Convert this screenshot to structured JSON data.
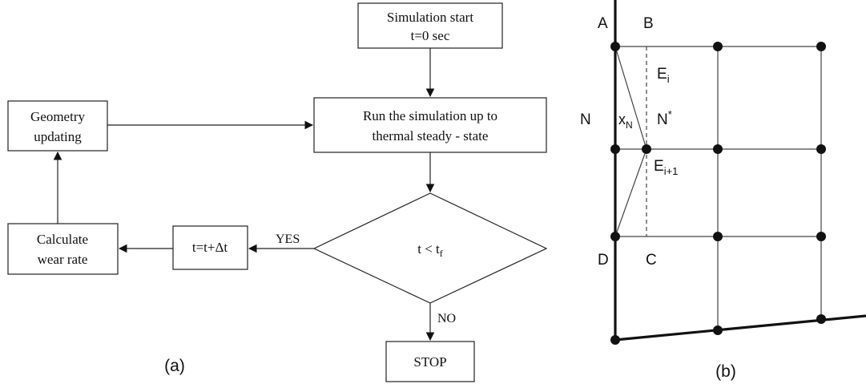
{
  "flowchart": {
    "start_line1": "Simulation start",
    "start_line2": "t=0 sec",
    "run_line1": "Run the simulation up to",
    "run_line2": "thermal steady - state",
    "geometry_line1": "Geometry",
    "geometry_line2": "updating",
    "calc_line1": "Calculate",
    "calc_line2": "wear rate",
    "increment": "t=t+Δt",
    "decision_base": "t < t",
    "decision_sub": "f",
    "yes_label": "YES",
    "no_label": "NO",
    "stop": "STOP",
    "caption": "(a)"
  },
  "mesh": {
    "label_A": "A",
    "label_B": "B",
    "label_C": "C",
    "label_D": "D",
    "label_N": "N",
    "label_xN_base": "x",
    "label_xN_sub": "N",
    "label_Nstar_base": "N",
    "label_Nstar_sup": "*",
    "label_Ei_base": "E",
    "label_Ei_sub": "i",
    "label_Ei1_base": "E",
    "label_Ei1_sub": "i+1",
    "caption": "(b)"
  }
}
